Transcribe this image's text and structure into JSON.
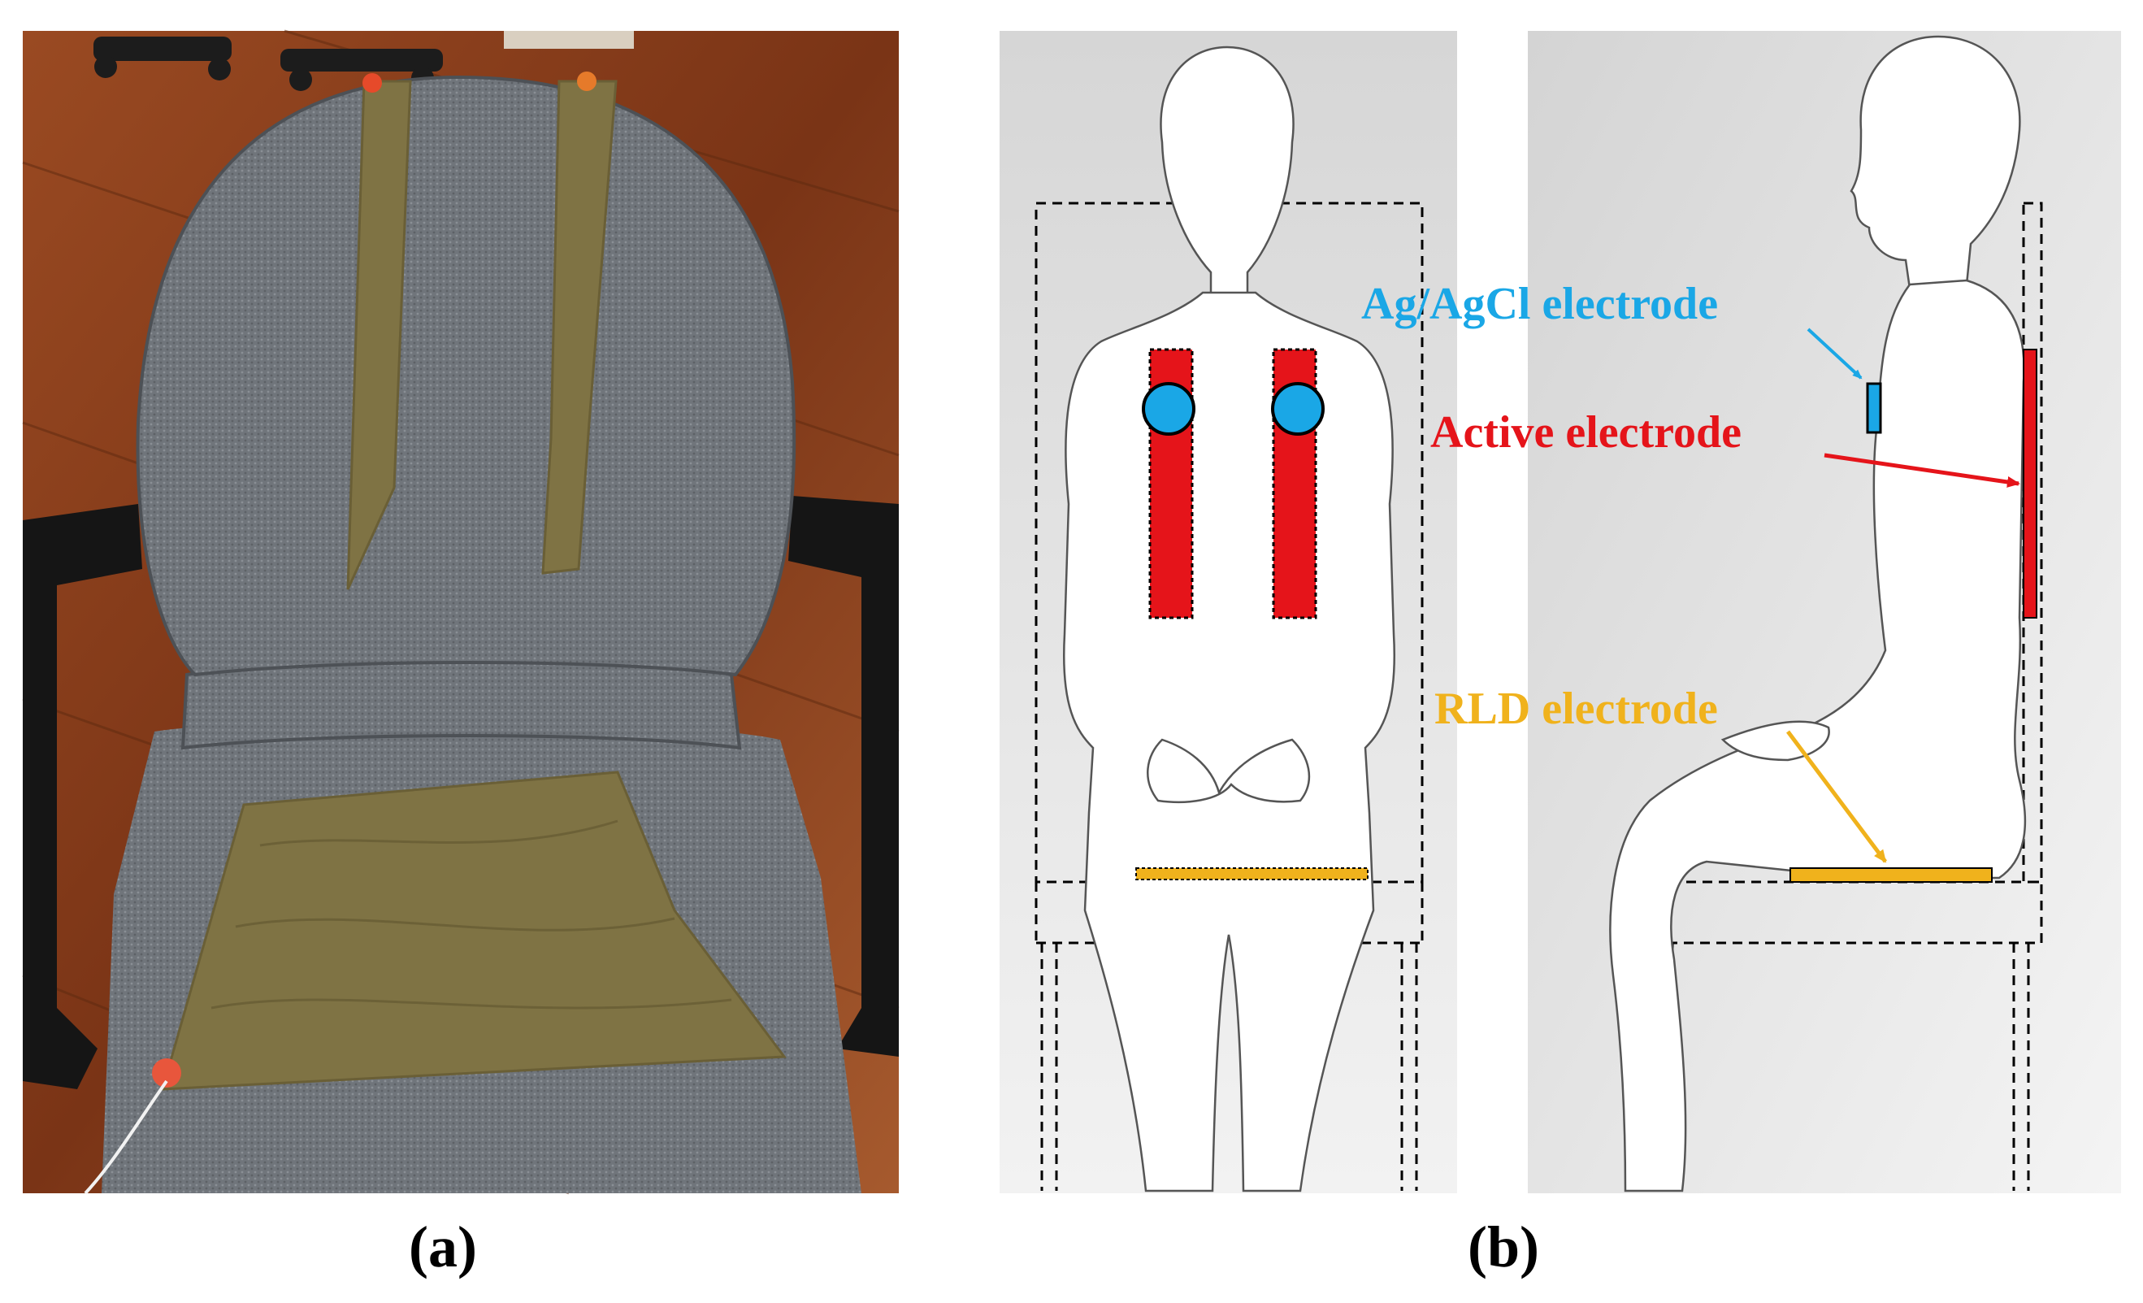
{
  "panels": {
    "a": {
      "caption": "(a)"
    },
    "b": {
      "caption": "(b)"
    }
  },
  "labels": {
    "agagcl": "Ag/AgCl electrode",
    "active": "Active electrode",
    "rld": "RLD electrode"
  },
  "colors": {
    "agagcl": "#1aa7e6",
    "active": "#e5141a",
    "rld": "#f0b21c",
    "diagram_bg": "#dcdcdc",
    "fabric": "#7f7344",
    "chair": "#6f7378",
    "floor": "#8a3d1c"
  }
}
